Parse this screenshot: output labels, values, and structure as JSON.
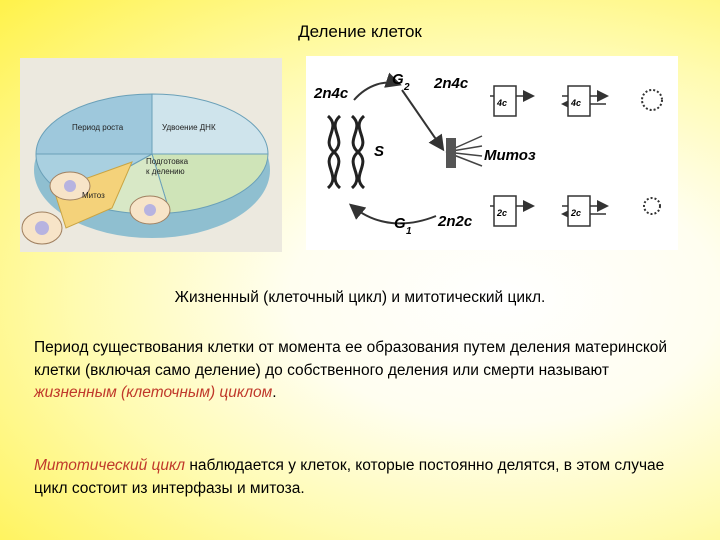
{
  "title": "Деление клеток",
  "cycle_wheel": {
    "sector_growth": "Период роста",
    "sector_dna": "Удвоение ДНК",
    "sector_prep_line1": "Подготовка",
    "sector_prep_line2": "к делению",
    "sector_mitosis": "Митоз",
    "colors": {
      "growth": "#9ec8dc",
      "dna": "#cfe4ec",
      "prep": "#cfe4b8",
      "mitosis": "#f4d27a"
    }
  },
  "scheme": {
    "label_2n4c_left": "2n4c",
    "label_g2": "G",
    "label_g2_sub": "2",
    "label_2n4c_top": "2n4c",
    "label_s": "S",
    "label_mitosis": "Митоз",
    "label_g1": "G",
    "label_g1_sub": "1",
    "label_2n2c": "2n2c",
    "label_4c": "4c",
    "label_2c": "2c"
  },
  "caption": "Жизненный (клеточный цикл) и митотический цикл.",
  "paragraph1": {
    "text_before": "Период существования клетки от момента ее образования путем деления материнской клетки (включая само деление) до собственного деления или смерти называют ",
    "highlight": "жизненным (клеточным) циклом",
    "text_after": "."
  },
  "paragraph2": {
    "highlight": "Митотический цикл",
    "text_after": " наблюдается у клеток, которые постоянно делятся, в этом случае цикл состоит из интерфазы и митоза."
  }
}
